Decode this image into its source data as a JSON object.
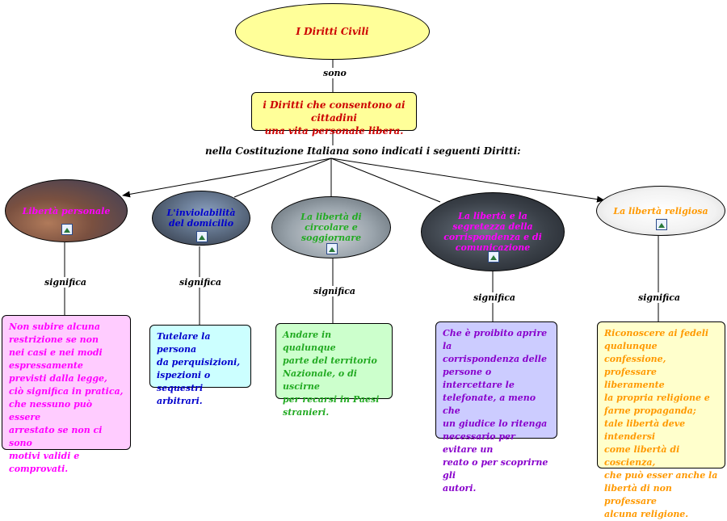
{
  "root": {
    "label": "I Diritti Civili"
  },
  "link_root": "sono",
  "definition": {
    "line1": "i Diritti che consentono ai cittadini",
    "line2": "una vita personale libera."
  },
  "link_constitution": "nella Costituzione Italiana sono indicati i seguenti Diritti:",
  "link_means": "significa",
  "colors": {
    "red": "#cc0000",
    "magenta": "#ff00ff",
    "blue": "#0000cc",
    "green": "#22aa22",
    "purple": "#8800cc",
    "orange": "#ff9900",
    "root_fill": "#ffff99"
  },
  "rights": [
    {
      "title": "Libertà personale",
      "icon": "image-icon",
      "description": [
        "Non subire alcuna",
        "restrizione se non",
        "nei casi e nei modi",
        "espressamente",
        "previsti dalla legge,",
        "ciò significa in pratica,",
        "che nessuno può essere",
        "arrestato se non ci sono",
        "motivi validi e comprovati."
      ]
    },
    {
      "title": "L'inviolabilità del domicilio",
      "icon": "image-icon",
      "description": [
        "Tutelare la persona",
        "da perquisizioni,",
        "ispezioni o sequestri",
        "arbitrari."
      ]
    },
    {
      "title": "La libertà di circolare e soggiornare",
      "icon": "image-icon",
      "description": [
        "Andare in qualunque",
        "parte del territorio",
        "Nazionale, o di uscirne",
        "per recarsi in Paesi",
        "stranieri."
      ]
    },
    {
      "title": "La libertà e la segretezza della corrispondenza e di comunicazione",
      "icon": "image-icon",
      "description": [
        "Che è proibito aprire la",
        "corrispondenza delle",
        "persone o intercettare le",
        "telefonate, a meno che",
        "un giudice lo ritenga",
        "necessario per evitare un",
        "reato o per scoprirne gli",
        "autori."
      ]
    },
    {
      "title": "La libertà religiosa",
      "icon": "image-icon",
      "description": [
        "Riconoscere ai fedeli",
        "qualunque confessione,",
        "professare liberamente",
        "la propria religione e",
        "farne propaganda;",
        "tale libertà deve intendersi",
        "come libertà di coscienza,",
        "che può esser anche la",
        "libertà di non professare",
        "alcuna religione."
      ]
    }
  ]
}
